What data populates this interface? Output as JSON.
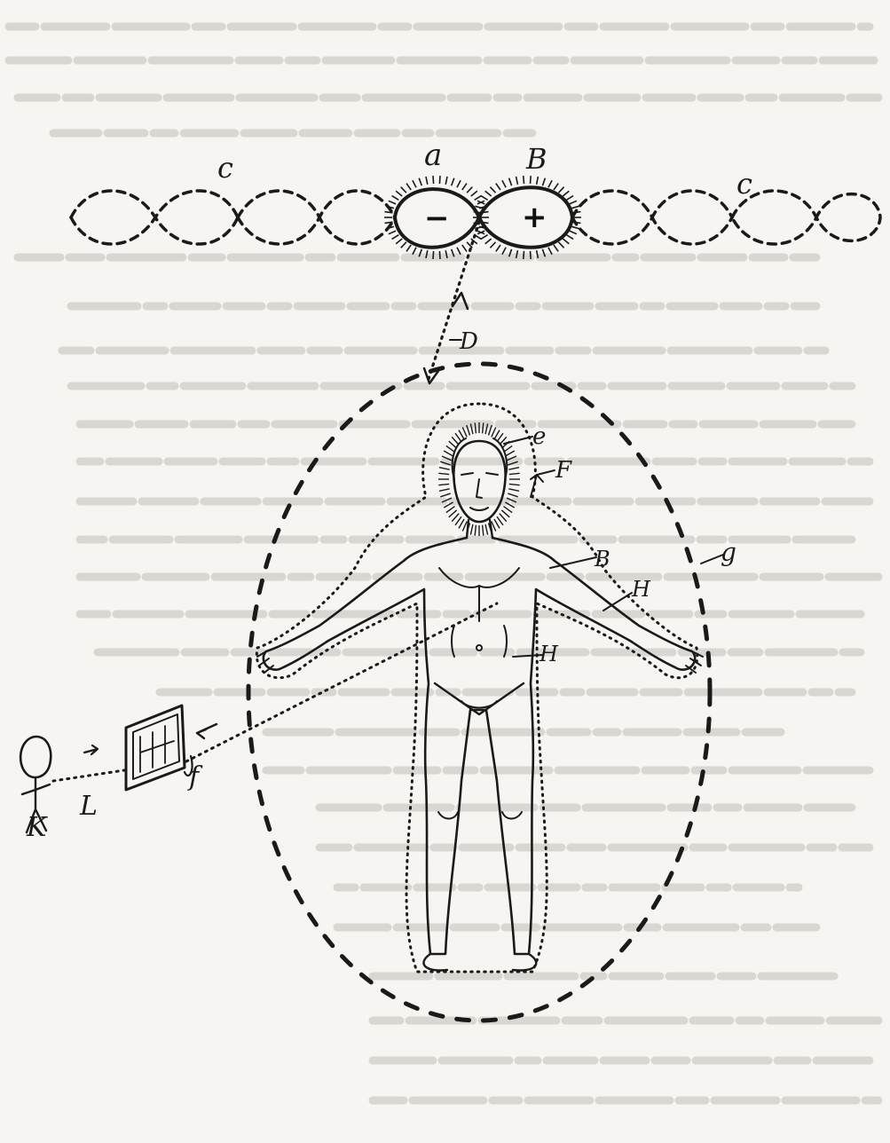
{
  "labels": {
    "a": "a",
    "b": "B",
    "c_left": "c",
    "c_right": "c",
    "d": "D",
    "e": "e",
    "f": "F",
    "g": "g",
    "h": "B",
    "i": "H",
    "j": "H",
    "k": "L",
    "l": "f",
    "m": "K"
  },
  "signs": {
    "minus": "−",
    "plus": "+"
  },
  "colors": {
    "ink": "#1a1a1a",
    "paper": "#f6f5f2",
    "bleed": "#c9c7c2"
  }
}
